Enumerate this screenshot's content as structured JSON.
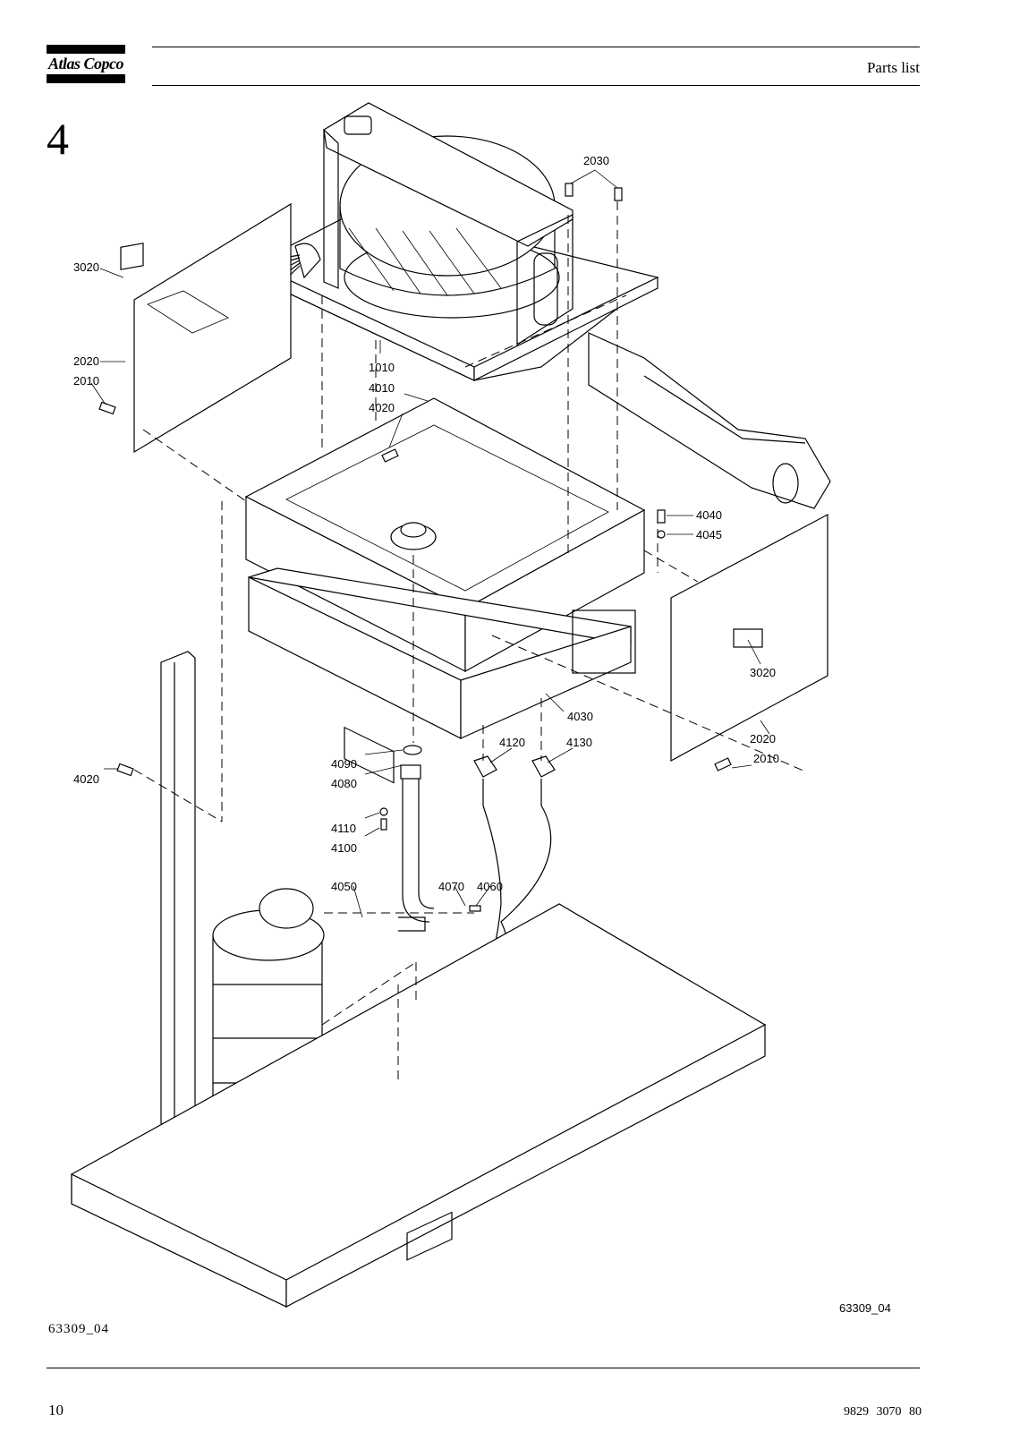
{
  "header": {
    "brand": "Atlas Copco",
    "title": "Parts list"
  },
  "section_number": "4",
  "callouts": {
    "c3020a": "3020",
    "c2020a": "2020",
    "c2010a": "2010",
    "c1010": "1010",
    "c4010": "4010",
    "c4020a": "4020",
    "c2030": "2030",
    "c4040": "4040",
    "c4045": "4045",
    "c3020b": "3020",
    "c4030": "4030",
    "c2020b": "2020",
    "c2010b": "2010",
    "c4120": "4120",
    "c4130": "4130",
    "c4090": "4090",
    "c4080": "4080",
    "c4020b": "4020",
    "c4110": "4110",
    "c4100": "4100",
    "c4050": "4050",
    "c4070": "4070",
    "c4060": "4060"
  },
  "figure_ref_right": "63309_04",
  "figure_ref_left": "63309_04",
  "footer": {
    "page_number": "10",
    "doc_number": "9829 3070 80"
  }
}
